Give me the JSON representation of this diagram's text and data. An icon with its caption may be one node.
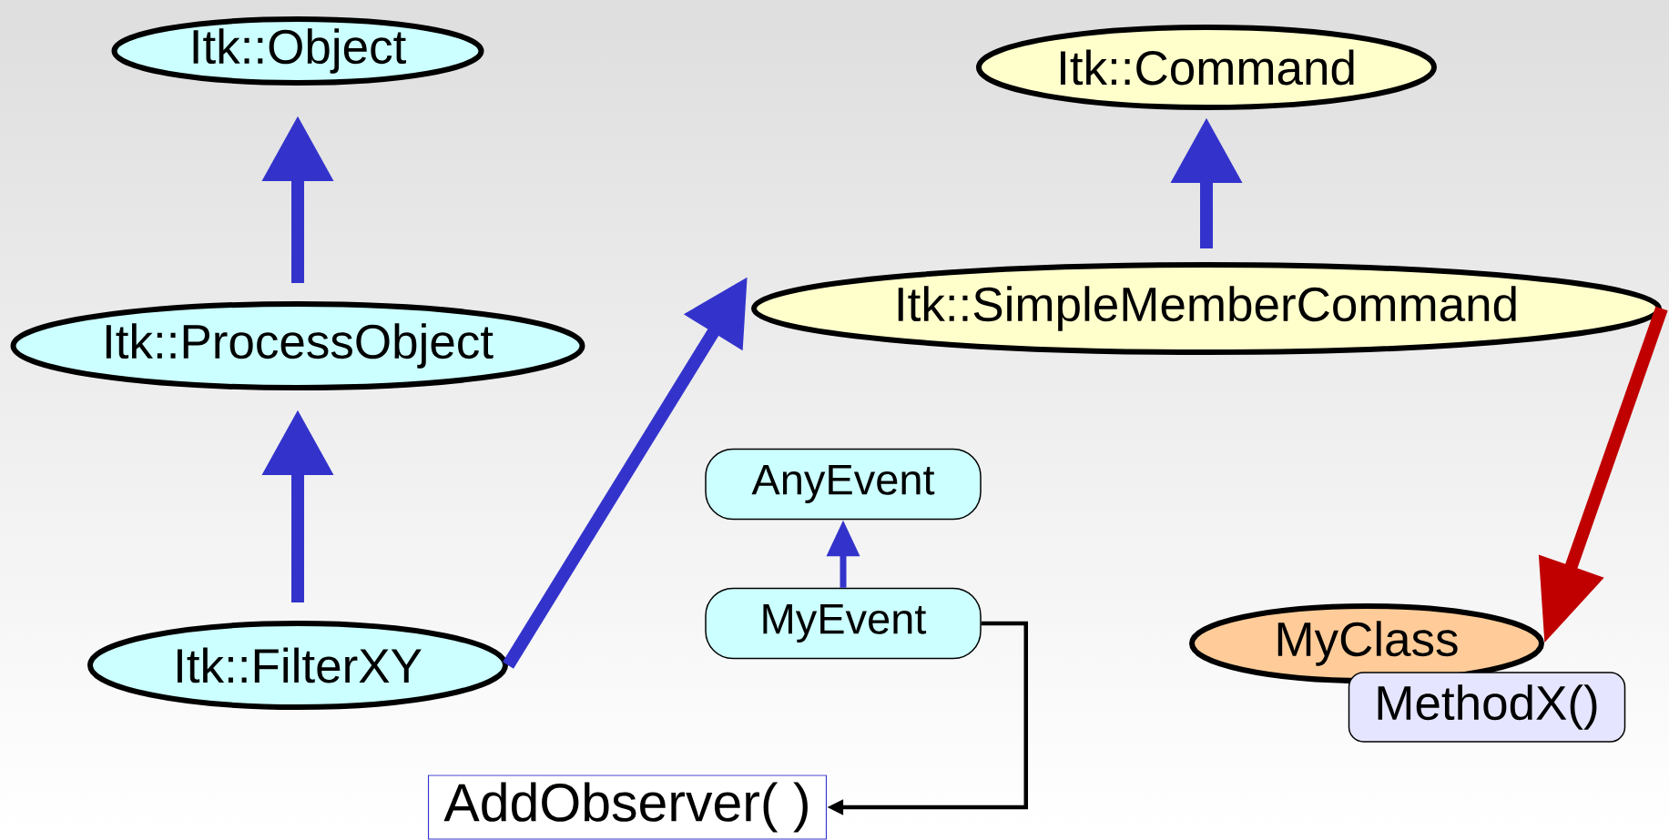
{
  "diagram": {
    "nodes": [
      {
        "text": [
          "Itk::Object"
        ]
      },
      {
        "text": [
          "Itk::ProcessObject"
        ]
      },
      {
        "text": [
          "Itk::FilterXY"
        ]
      },
      {
        "text": [
          "Itk::Command"
        ]
      },
      {
        "text": [
          "Itk::SimpleMemberCommand"
        ]
      },
      {
        "text": [
          "AnyEvent"
        ]
      },
      {
        "text": [
          "MyEvent"
        ]
      },
      {
        "text": [
          "MyClass"
        ]
      },
      {
        "text": [
          "MethodX()"
        ]
      },
      {
        "text": [
          "AddObserver( )"
        ]
      }
    ],
    "edges": [
      {
        "from": 1,
        "to": 0,
        "arrow": "to"
      },
      {
        "from": 2,
        "to": 1,
        "arrow": "to"
      },
      {
        "from": 4,
        "to": 3,
        "arrow": "to"
      },
      {
        "from": 2,
        "to": 4,
        "arrow": "to"
      },
      {
        "from": 6,
        "to": 5,
        "arrow": "to"
      },
      {
        "from": 4,
        "to": 7,
        "arrow": "to",
        "color": "#c00000"
      },
      {
        "from": 6,
        "to": 9,
        "arrow": "to",
        "color": "#000000"
      }
    ]
  }
}
